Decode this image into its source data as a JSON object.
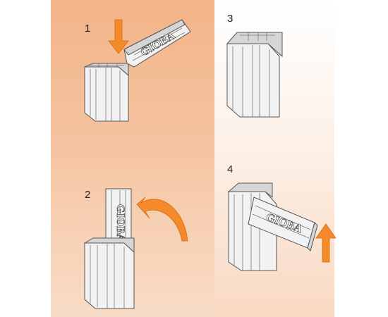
{
  "steps": [
    {
      "number": "1"
    },
    {
      "number": "2"
    },
    {
      "number": "3"
    },
    {
      "number": "4"
    }
  ],
  "labels": {
    "brand_step1": "GIOBA",
    "brand_step4": "GIOBA"
  },
  "colors": {
    "arrow": "#f58a2a",
    "panel_left": "#f5c3a0",
    "panel_right": "#f9d9c2",
    "profile": "#f2f2f2",
    "outline": "#555555"
  }
}
